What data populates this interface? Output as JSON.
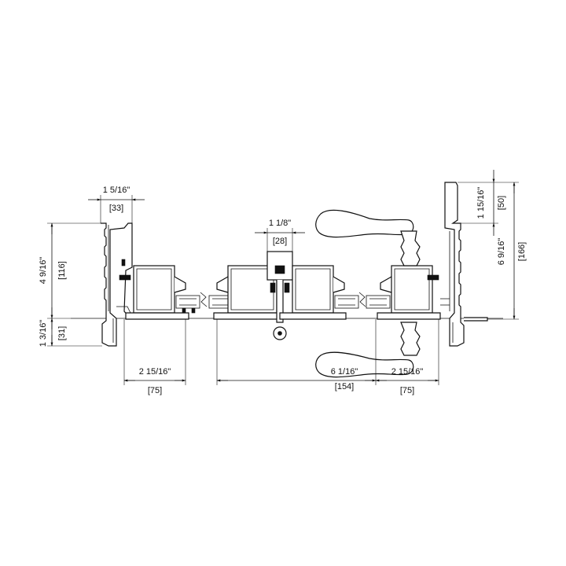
{
  "dimensions": {
    "top_left_width": {
      "imperial": "1 5/16\"",
      "metric": "[33]"
    },
    "center_width": {
      "imperial": "1 1/8\"",
      "metric": "[28]"
    },
    "right_top": {
      "imperial": "1 15/16\"",
      "metric": "[50]"
    },
    "right_total": {
      "imperial": "6 9/16\"",
      "metric": "[166]"
    },
    "left_height": {
      "imperial": "4 9/16\"",
      "metric": "[116]"
    },
    "left_bottom": {
      "imperial": "1 3/16\"",
      "metric": "[31]"
    },
    "bottom_left": {
      "imperial": "2 15/16\"",
      "metric": "[75]"
    },
    "bottom_center": {
      "imperial": "6 1/16\"",
      "metric": "[154]"
    },
    "bottom_right": {
      "imperial": "2 15/16\"",
      "metric": "[75]"
    }
  }
}
